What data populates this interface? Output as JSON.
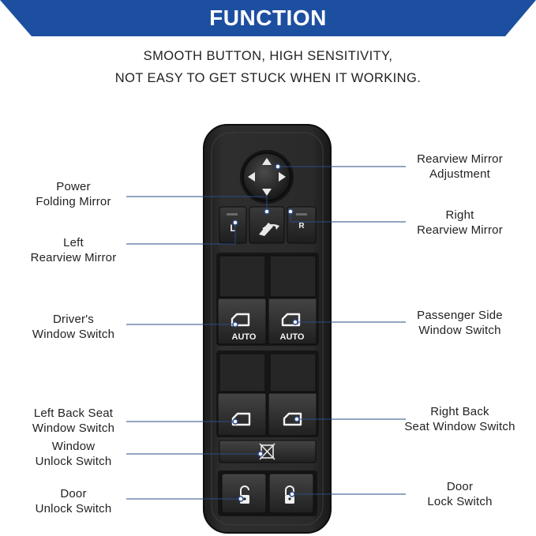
{
  "banner": {
    "title": "FUNCTION",
    "color": "#1d4fa0"
  },
  "subtitle": {
    "line1": "SMOOTH BUTTON, HIGH SENSITIVITY,",
    "line2": "NOT EASY TO GET STUCK WHEN IT WORKING."
  },
  "leader_color": "#2a4a8a",
  "labels": {
    "power_folding": {
      "line1": "Power",
      "line2": "Folding Mirror"
    },
    "left_mirror": {
      "line1": "Left",
      "line2": "Rearview Mirror"
    },
    "driver_window": {
      "line1": "Driver's",
      "line2": "Window Switch"
    },
    "left_back_seat": {
      "line1": "Left Back Seat",
      "line2": "Window Switch"
    },
    "window_unlock": {
      "line1": "Window",
      "line2": "Unlock Switch"
    },
    "door_unlock": {
      "line1": "Door",
      "line2": "Unlock Switch"
    },
    "mirror_adjust": {
      "line1": "Rearview Mirror",
      "line2": "Adjustment"
    },
    "right_mirror": {
      "line1": "Right",
      "line2": "Rearview Mirror"
    },
    "passenger_window": {
      "line1": "Passenger Side",
      "line2": "Window Switch"
    },
    "right_back": {
      "line1": "Right Back",
      "line2": "Seat Window Switch"
    },
    "door_lock": {
      "line1": "Door",
      "line2": "Lock Switch"
    }
  },
  "switch": {
    "mirror_left_letter": "L",
    "mirror_right_letter": "R",
    "auto_left": "AUTO",
    "auto_right": "AUTO"
  },
  "icons": {
    "joystick": "arrow-cross-icon",
    "fold": "mirror-fold-icon",
    "window": "window-icon",
    "lockout": "window-lockout-icon",
    "unlock": "padlock-open-icon",
    "lock": "padlock-closed-icon"
  }
}
